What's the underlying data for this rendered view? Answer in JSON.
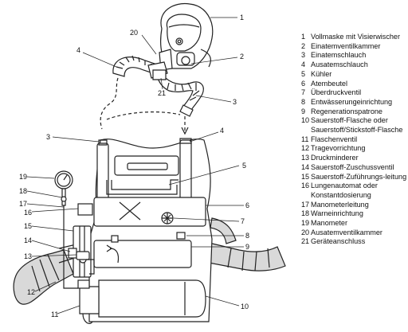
{
  "diagram": {
    "callouts": [
      "1",
      "20",
      "2",
      "4",
      "21",
      "3",
      "3",
      "4",
      "5",
      "19",
      "18",
      "17",
      "16",
      "15",
      "14",
      "13",
      "12",
      "11",
      "6",
      "7",
      "8",
      "9",
      "10"
    ]
  },
  "legend": [
    {
      "num": "1",
      "label": "Vollmaske mit Visierwischer"
    },
    {
      "num": "2",
      "label": "Einatemventilkammer"
    },
    {
      "num": "3",
      "label": "Einatemschlauch"
    },
    {
      "num": "4",
      "label": "Ausatemschlauch"
    },
    {
      "num": "5",
      "label": "Kühler"
    },
    {
      "num": "6",
      "label": "Atembeutel"
    },
    {
      "num": "7",
      "label": "Überdruckventil"
    },
    {
      "num": "8",
      "label": "Entwässerungeinrichtung"
    },
    {
      "num": "9",
      "label": "Regenerationspatrone"
    },
    {
      "num": "10",
      "label": "Sauerstoff-Flasche oder Sauerstoff/Stickstoff-Flasche"
    },
    {
      "num": "11",
      "label": "Flaschenventil"
    },
    {
      "num": "12",
      "label": "Tragevorrichtung"
    },
    {
      "num": "13",
      "label": "Druckminderer"
    },
    {
      "num": "14",
      "label": "Sauerstoff-Zuschussventil"
    },
    {
      "num": "15",
      "label": "Sauerstoff-Zuführungs-leitung"
    },
    {
      "num": "16",
      "label": "Lungenautomat oder Konstantdosierung"
    },
    {
      "num": "17",
      "label": "Manometerleitung"
    },
    {
      "num": "18",
      "label": "Warneinrichtung"
    },
    {
      "num": "19",
      "label": "Manometer"
    },
    {
      "num": "20",
      "label": "Ausatemventilkammer"
    },
    {
      "num": "21",
      "label": "Geräteanschluss"
    }
  ]
}
